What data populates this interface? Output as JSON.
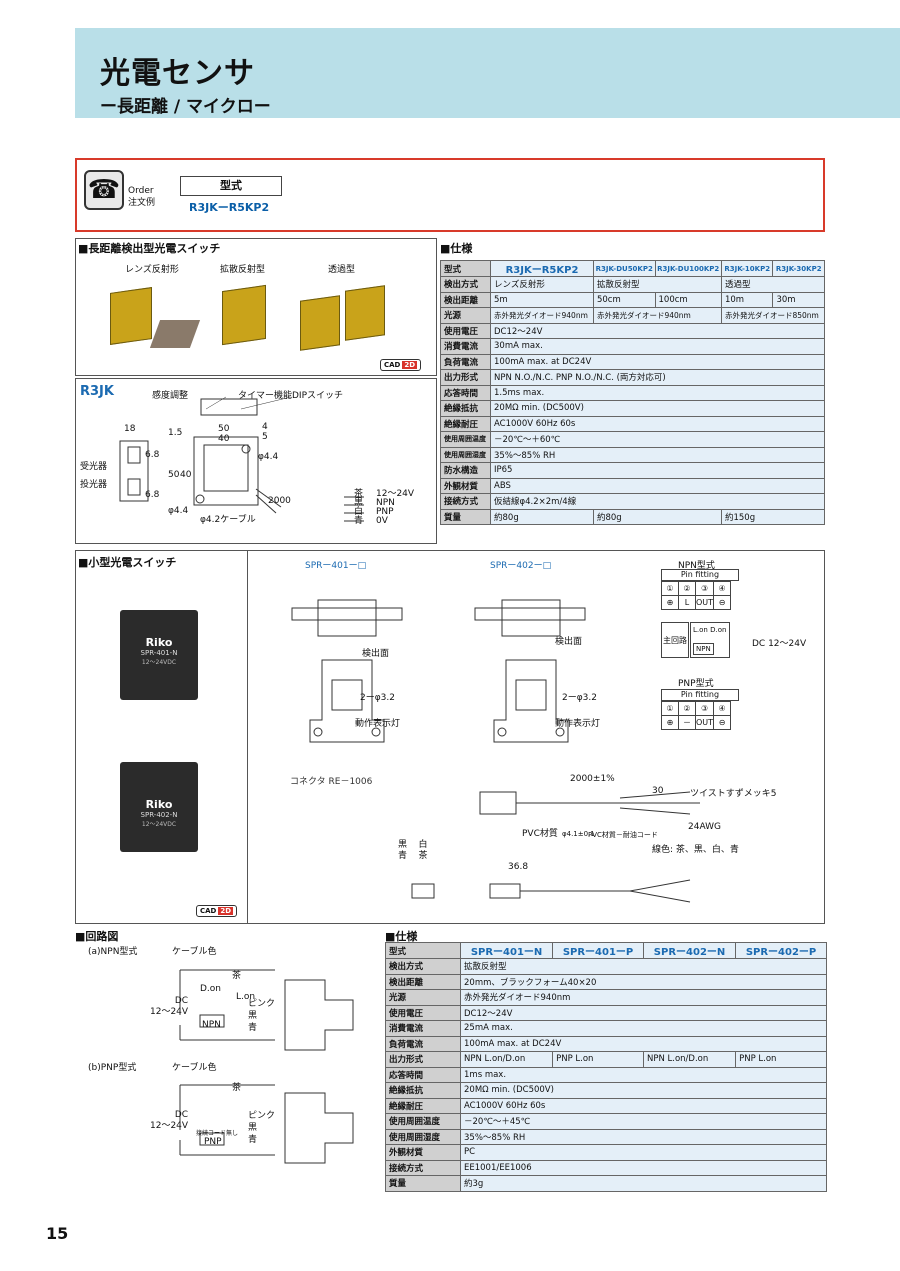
{
  "header": {
    "title": "光電センサ",
    "subtitle": "ー長距離 / マイクロー"
  },
  "order": {
    "label_en": "Order",
    "label_jp": "注文例",
    "type_label": "型式",
    "example": "R3JKーR5KP2"
  },
  "section1": {
    "title": "■長距離検出型光電スイッチ",
    "photo_labels": [
      "レンズ反射形",
      "拡散反射型",
      "透過型"
    ],
    "cad_label": "CAD",
    "cad_badge": "2D",
    "drawing_title": "R3JK",
    "drawing_labels": {
      "sensitivity": "感度調整",
      "timer": "タイマー機能DIPスイッチ",
      "receiver": "受光器",
      "emitter": "投光器",
      "cable": "φ4.2ケーブル",
      "phi44a": "φ4.4",
      "phi44b": "φ4.4",
      "wires": [
        "茶",
        "黒",
        "白",
        "青"
      ],
      "wire_signals": [
        "12～24V",
        "NPN",
        "PNP",
        "0V"
      ],
      "dims": [
        "18",
        "50",
        "40",
        "4",
        "5",
        "6.8",
        "40",
        "50",
        "6.8",
        "2000",
        "1.5"
      ]
    }
  },
  "spec1": {
    "title": "■仕様",
    "header_row": [
      "型式",
      "R3JKーR5KP2",
      "R3JK-DU50KP2",
      "R3JK-DU100KP2",
      "R3JK-10KP2",
      "R3JK-30KP2"
    ],
    "rows": [
      {
        "label": "検出方式",
        "cells": [
          "レンズ反射形",
          "拡散反射型",
          "透過型"
        ]
      },
      {
        "label": "検出距離",
        "cells": [
          "5m",
          "50cm",
          "100cm",
          "10m",
          "30m"
        ]
      },
      {
        "label": "光源",
        "cells": [
          "赤外発光ダイオード940nm",
          "赤外発光ダイオード940nm",
          "赤外発光ダイオード850nm"
        ]
      },
      {
        "label": "使用電圧",
        "cells": [
          "DC12～24V"
        ]
      },
      {
        "label": "消費電流",
        "cells": [
          "30mA max."
        ]
      },
      {
        "label": "負荷電流",
        "cells": [
          "100mA max. at DC24V"
        ]
      },
      {
        "label": "出力形式",
        "cells": [
          "NPN N.O./N.C. PNP N.O./N.C. (両方対応可)"
        ]
      },
      {
        "label": "応答時間",
        "cells": [
          "1.5ms max."
        ]
      },
      {
        "label": "絶縁抵抗",
        "cells": [
          "20MΩ min. (DC500V)"
        ]
      },
      {
        "label": "絶縁耐圧",
        "cells": [
          "AC1000V 60Hz 60s"
        ]
      },
      {
        "label": "使用周囲温度",
        "cells": [
          "－20℃～＋60℃"
        ]
      },
      {
        "label": "使用周囲湿度",
        "cells": [
          "35%～85% RH"
        ]
      },
      {
        "label": "防水構造",
        "cells": [
          "IP65"
        ]
      },
      {
        "label": "外観材質",
        "cells": [
          "ABS"
        ]
      },
      {
        "label": "接続方式",
        "cells": [
          "仮結線φ4.2×2m/4線"
        ]
      },
      {
        "label": "質量",
        "cells": [
          "約80g",
          "約80g",
          "約150g"
        ]
      }
    ]
  },
  "section2": {
    "title": "■小型光電スイッチ",
    "photo1_brand": "Riko",
    "photo1_model": "SPR-401-N",
    "photo1_volt": "12～24VDC",
    "photo2_brand": "Riko",
    "photo2_model": "SPR-402-N",
    "photo2_volt": "12～24VDC",
    "cad_label": "CAD",
    "cad_badge": "2D",
    "drawing1_title": "SPRー401ー□",
    "drawing2_title": "SPRー402ー□",
    "detect_face": "検出面",
    "indicator": "動作表示灯",
    "hole": "2ーφ3.2",
    "connector": "コネクタ RE－1006",
    "cable_labels": {
      "length": "2000±1%",
      "twist": "ツイストすずメッキ5",
      "awg": "24AWG",
      "pvc": "PVC材質",
      "pvc_oil": "PVC材質－耐油コード",
      "colors": "線色: 茶、黒、白、青",
      "dim30": "30",
      "dim368": "36.8",
      "phi41": "φ4.1±0.1",
      "wires": [
        "黒",
        "白",
        "青",
        "茶"
      ]
    },
    "npn_title": "NPN型式",
    "pnp_title": "PNP型式",
    "pin_fitting": "Pin fitting",
    "npn_pins": [
      [
        "①",
        "②",
        "③",
        "④"
      ],
      [
        "⊕",
        "L",
        "OUT",
        "⊖"
      ]
    ],
    "pnp_pins": [
      [
        "①",
        "②",
        "③",
        "④"
      ],
      [
        "⊕",
        "－",
        "OUT",
        "⊖"
      ]
    ],
    "main_circuit": "主回路",
    "dc_label": "DC 12～24V",
    "npn_tag": "NPN",
    "don": "D.on",
    "lon": "L.on"
  },
  "section3": {
    "title": "■回路図",
    "npn_label": "(a)NPN型式",
    "pnp_label": "(b)PNP型式",
    "cable_color": "ケーブル色",
    "dc": "DC",
    "dc_range": "12～24V",
    "wire_names": [
      "茶",
      "ピンク",
      "黒",
      "青"
    ],
    "don": "D.on",
    "lon": "L.on",
    "npn_tag": "NPN",
    "pnp_tag": "PNP",
    "tmp_cord": "接続コード無し"
  },
  "spec2": {
    "title": "■仕様",
    "header_row": [
      "型式",
      "SPRー401ーN",
      "SPRー401ーP",
      "SPRー402ーN",
      "SPRー402ーP"
    ],
    "rows": [
      {
        "label": "検出方式",
        "cells": [
          "拡散反射型"
        ]
      },
      {
        "label": "検出距離",
        "cells": [
          "20mm、ブラックフォーム40×20"
        ]
      },
      {
        "label": "光源",
        "cells": [
          "赤外発光ダイオード940nm"
        ]
      },
      {
        "label": "使用電圧",
        "cells": [
          "DC12～24V"
        ]
      },
      {
        "label": "消費電流",
        "cells": [
          "25mA max."
        ]
      },
      {
        "label": "負荷電流",
        "cells": [
          "100mA max. at DC24V"
        ]
      },
      {
        "label": "出力形式",
        "cells": [
          "NPN L.on/D.on",
          "PNP L.on",
          "NPN L.on/D.on",
          "PNP L.on"
        ]
      },
      {
        "label": "応答時間",
        "cells": [
          "1ms max."
        ]
      },
      {
        "label": "絶縁抵抗",
        "cells": [
          "20MΩ min. (DC500V)"
        ]
      },
      {
        "label": "絶縁耐圧",
        "cells": [
          "AC1000V 60Hz 60s"
        ]
      },
      {
        "label": "使用周囲温度",
        "cells": [
          "－20℃～＋45℃"
        ]
      },
      {
        "label": "使用周囲湿度",
        "cells": [
          "35%～85% RH"
        ]
      },
      {
        "label": "外観材質",
        "cells": [
          "PC"
        ]
      },
      {
        "label": "接続方式",
        "cells": [
          "EE1001/EE1006"
        ]
      },
      {
        "label": "質量",
        "cells": [
          "約3g"
        ]
      }
    ]
  },
  "page_number": "15"
}
